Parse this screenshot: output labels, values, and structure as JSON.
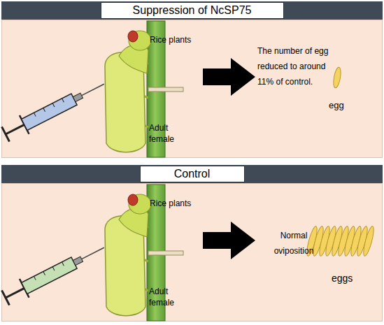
{
  "diagram": {
    "nodes": [
      {
        "text": [
          "Suppression of NcSP75"
        ]
      },
      {
        "text": [
          "Control"
        ]
      }
    ],
    "labels": [
      "Rice plants",
      "Adult female",
      "The number of egg reduced to around 11% of control.",
      "egg",
      "Rice plants",
      "Adult female",
      "Normal oviposition",
      "eggs"
    ]
  }
}
